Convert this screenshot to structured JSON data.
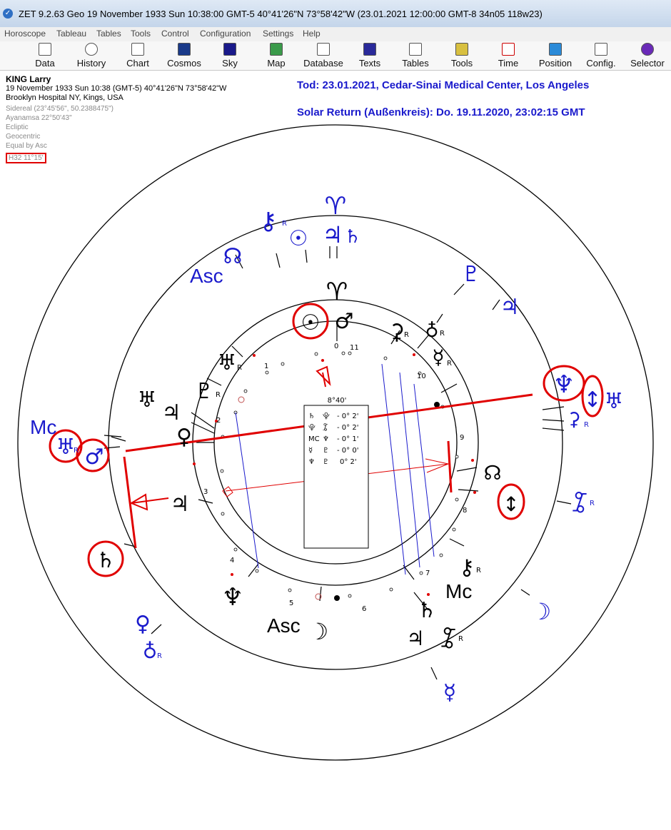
{
  "window": {
    "title": "ZET 9.2.63 Geo   19 November 1933  Sun  10:38:00 GMT-5 40°41'26\"N  73°58'42\"W  (23.01.2021  12:00:00 GMT-8 34n05 118w23)"
  },
  "menu": [
    "Horoscope",
    "Tableau",
    "Tables",
    "Tools",
    "Control",
    "Configuration",
    "Settings",
    "Help"
  ],
  "toolbar": [
    "Data",
    "History",
    "Chart",
    "Cosmos",
    "Sky",
    "Map",
    "Database",
    "Texts",
    "Tables",
    "Tools",
    "Time",
    "Position",
    "Config.",
    "Selector"
  ],
  "info": {
    "name": "KING Larry",
    "datetime": "19 November 1933  Sun  10:38 (GMT-5) 40°41'26\"N  73°58'42\"W",
    "place": "Brooklyn Hospital NY, Kings, USA",
    "sidereal": "Sidereal (23°45'56\", 50.2388475\")",
    "ayanamsa": "Ayanamsa 22°50'43\"",
    "ecliptic": "Ecliptic",
    "geocentric": "Geocentric",
    "equal": "Equal by Asc",
    "h32": "H32  11°15'"
  },
  "notes": {
    "death": "Tod: 23.01.2021, Cedar-Sinai Medical Center, Los Angeles",
    "solar_return": "Solar Return (Außenkreis): Do. 19.11.2020, 23:02:15 GMT"
  },
  "aspect_box": {
    "header": "8°40'",
    "rows": [
      {
        "a": "♄",
        "b": "⯓",
        "val": "- 0° 2'"
      },
      {
        "a": "⯓",
        "b": "⯙",
        "val": "- 0° 2'"
      },
      {
        "a": "MC",
        "b": "♆",
        "val": "- 0° 1'"
      },
      {
        "a": "☿",
        "b": "♇",
        "val": "- 0° 0'"
      },
      {
        "a": "♆",
        "b": "♇",
        "val": "0° 2'"
      }
    ]
  },
  "colors": {
    "inner": "#000000",
    "outer": "#1a1acc",
    "highlight": "#e00000"
  },
  "wheel": {
    "house_numbers": [
      "0",
      "11",
      "1",
      "10",
      "2",
      "9",
      "3",
      "8",
      "4",
      "7",
      "5",
      "6"
    ],
    "inner_labels": [
      "Asc",
      "Mc"
    ],
    "outer_labels": [
      "Asc",
      "Mc"
    ],
    "retro": "R",
    "aries": "♈"
  }
}
